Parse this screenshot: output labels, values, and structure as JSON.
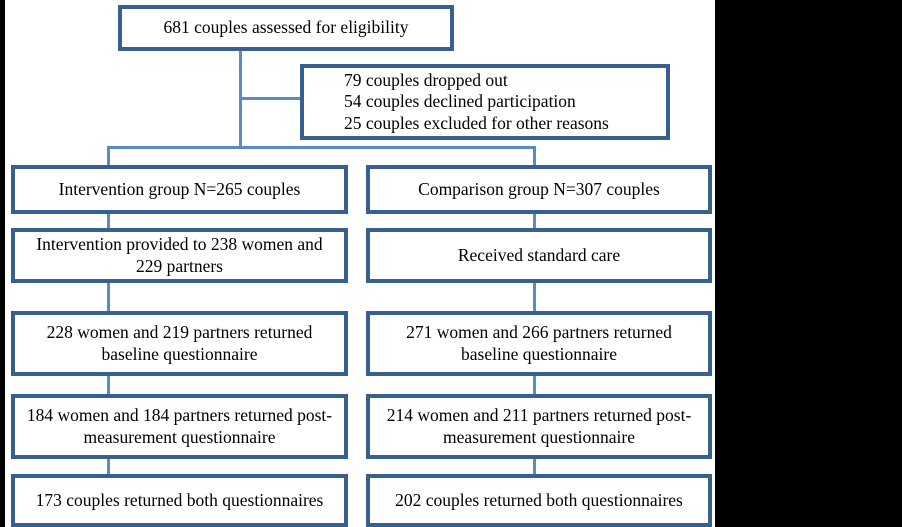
{
  "figure": {
    "type": "flowchart",
    "title": "Participant flow diagram",
    "colors": {
      "box_border": "#38608f",
      "connector": "#5b8bc4",
      "box_fill": "#ffffff",
      "text": "#000000",
      "matte": "#000000"
    }
  },
  "nodes": {
    "assessed": "681 couples assessed for eligibility",
    "excluded": "79 couples dropped out\n54 couples declined participation\n25 couples excluded for other reasons",
    "intervention": {
      "group": "Intervention group N=265 couples",
      "provided": "Intervention provided to 238 women and 229 partners",
      "baseline": "228 women and 219 partners returned baseline questionnaire",
      "post": "184 women and 184 partners returned post-measurement questionnaire",
      "both": "173 couples returned both questionnaires"
    },
    "comparison": {
      "group": "Comparison group N=307 couples",
      "standard": "Received standard care",
      "baseline": "271 women and 266 partners returned baseline questionnaire",
      "post": "214 women and 211 partners returned post-measurement questionnaire",
      "both": "202 couples returned both questionnaires"
    }
  }
}
